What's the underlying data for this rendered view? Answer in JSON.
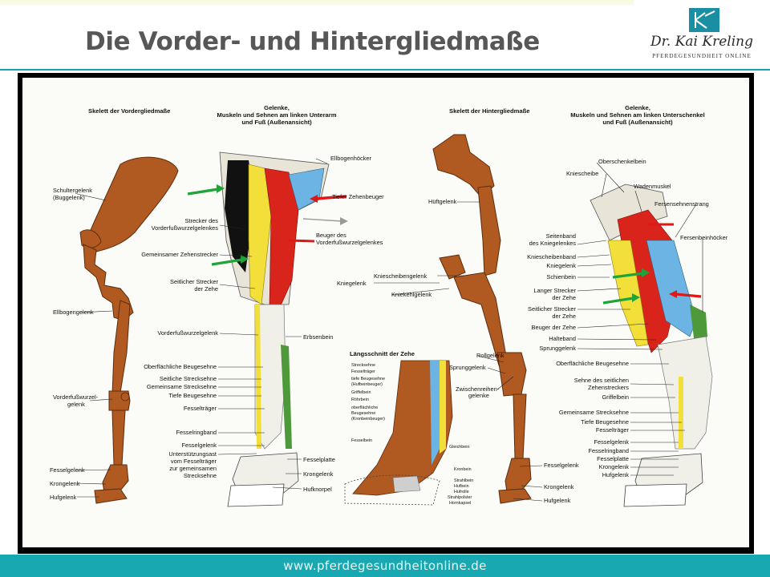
{
  "page": {
    "title": "Die Vorder- und Hintergliedmaße",
    "footer_url": "www.pferdegesundheitonline.de"
  },
  "logo": {
    "name": "Dr. Kai Kreling",
    "subtitle": "PFERDEGESUNDHEIT ONLINE"
  },
  "colors": {
    "accent": "#17a8b2",
    "bone": "#b05a22",
    "muscle_red": "#d9241b",
    "tendon_yellow": "#f2df3a",
    "tendon_blue": "#6cb4e4",
    "tendon_green": "#4e9a3a",
    "arrow_green": "#1fa43a",
    "arrow_red": "#e01818"
  },
  "diagram": {
    "headings": {
      "fore_skeleton": "Skelett der Vordergliedmaße",
      "fore_muscles_1": "Gelenke,",
      "fore_muscles_2": "Muskeln und Sehnen am linken Unterarm",
      "fore_muscles_3": "und Fuß (Außenansicht)",
      "hind_skeleton": "Skelett der Hintergliedmaße",
      "hind_muscles_1": "Gelenke,",
      "hind_muscles_2": "Muskeln und Sehnen am linken Unterschenkel",
      "hind_muscles_3": "und Fuß (Außenansicht)",
      "toe_section": "Längsschnitt der Zehe"
    },
    "fore_skeleton_labels": {
      "schultergelenk_1": "Schultergelenk",
      "schultergelenk_2": "(Buggelenk)",
      "ellbogengelenk": "Ellbogengelenk",
      "vorderfuss_1": "Vorderfußwurzel-",
      "vorderfuss_2": "gelenk",
      "fesselgelenk": "Fesselgelenk",
      "krongelenk": "Krongelenk",
      "hufgelenk": "Hufgelenk"
    },
    "fore_muscle_labels": {
      "ellbogenhoecker": "Ellbogenhöcker",
      "tiefer_zehenbeuger": "Tiefer Zehenbeuger",
      "strecker_1": "Strecker des",
      "strecker_2": "Vorderfußwurzelgelenkes",
      "beuger_1": "Beuger des",
      "beuger_2": "Vorderfußwurzelgelenkes",
      "gemeinsamer_zehenstrecker": "Gemeinsamer Zehenstrecker",
      "seitlicher_1": "Seitlicher Strecker",
      "seitlicher_2": "der Zehe",
      "vorderfusswurzelgelenk": "Vorderfußwurzelgelenk",
      "erbsenbein": "Erbsenbein",
      "oberfl_beugesehne": "Oberflächliche Beugesehne",
      "seitliche_strecksehne": "Seitliche Strecksehne",
      "gemeinsame_strecksehne": "Gemeinsame Strecksehne",
      "tiefe_beugesehne": "Tiefe Beugesehne",
      "fesseltraeger": "Fesselträger",
      "fesselringband": "Fesselringband",
      "fesselgelenk": "Fesselgelenk",
      "unterstuetzung_1": "Unterstützungsast",
      "unterstuetzung_2": "vom Fesselträger",
      "unterstuetzung_3": "zur gemeinsamen",
      "unterstuetzung_4": "Strecksehne",
      "fesselplatte": "Fesselplatte",
      "krongelenk": "Krongelenk",
      "hufknorpel": "Hufknorpel"
    },
    "toe_labels": {
      "strecksehne": "Strecksehne",
      "fesseltraeger": "Fesselträger",
      "tiefe_beuge_1": "tiefe Beugesehne",
      "tiefe_beuge_2": "(Hufbeinbeuger)",
      "griffelbein": "Griffelbein",
      "roehrbein": "Röhrbein",
      "oberfl_1": "oberflächliche",
      "oberfl_2": "Beugesehne",
      "oberfl_3": "(Kronbeinbeuger)",
      "fesselbein": "Fesselbein",
      "gleichbein": "Gleichbein",
      "kronbein": "Kronbein",
      "strahlbein": "Strahlbein",
      "hufbein": "Hufbein",
      "hufrolle": "Hufrolle",
      "strahlpolster": "Strahlpolster",
      "hornkapsel": "Hornkapsel"
    },
    "hind_skeleton_labels": {
      "hueftgelenk": "Hüftgelenk",
      "kniescheibengelenk": "Kniescheibengelenk",
      "kniegelenk": "Kniegelenk",
      "kniekehlgelenk": "Kniekehlgelenk",
      "rollgelenk": "Rollgelenk",
      "sprunggelenk": "Sprunggelenk",
      "zwischenreihen_1": "Zwischenreihen-",
      "zwischenreihen_2": "gelenke",
      "fesselgelenk": "Fesselgelenk",
      "krongelenk": "Krongelenk",
      "hufgelenk": "Hufgelenk"
    },
    "hind_muscle_labels": {
      "oberschenkelbein": "Oberschenkelbein",
      "kniescheibe": "Kniescheibe",
      "wadenmuskel": "Wadenmuskel",
      "fersensehnenstrang": "Fersensehnenstrang",
      "seitenband_1": "Seitenband",
      "seitenband_2": "des Kniegelenkes",
      "fersenbeinhoecker": "Fersenbeinhöcker",
      "kniescheibenband": "Kniescheibenband",
      "kniegelenk": "Kniegelenk",
      "schienbein": "Schienbein",
      "langer_1": "Langer Strecker",
      "langer_2": "der Zehe",
      "seitlicher_1": "Seitlicher Strecker",
      "seitlicher_2": "der Zehe",
      "beuger_zehe": "Beuger der Zehe",
      "halteband": "Halteband",
      "sprunggelenk": "Sprunggelenk",
      "oberfl_beugesehne": "Oberflächliche Beugesehne",
      "sehne_1": "Sehne des seitlichen",
      "sehne_2": "Zehenstreckers",
      "griffelbein": "Griffelbein",
      "gemeinsame_strecksehne": "Gemeinsame Strecksehne",
      "tiefe_beugesehne": "Tiefe Beugesehne",
      "fesseltraeger": "Fesselträger",
      "fesselgelenk": "Fesselgelenk",
      "fesselringband": "Fesselringband",
      "fesselplatte": "Fesselplatte",
      "krongelenk": "Krongelenk",
      "hufgelenk": "Hufgelenk"
    }
  }
}
